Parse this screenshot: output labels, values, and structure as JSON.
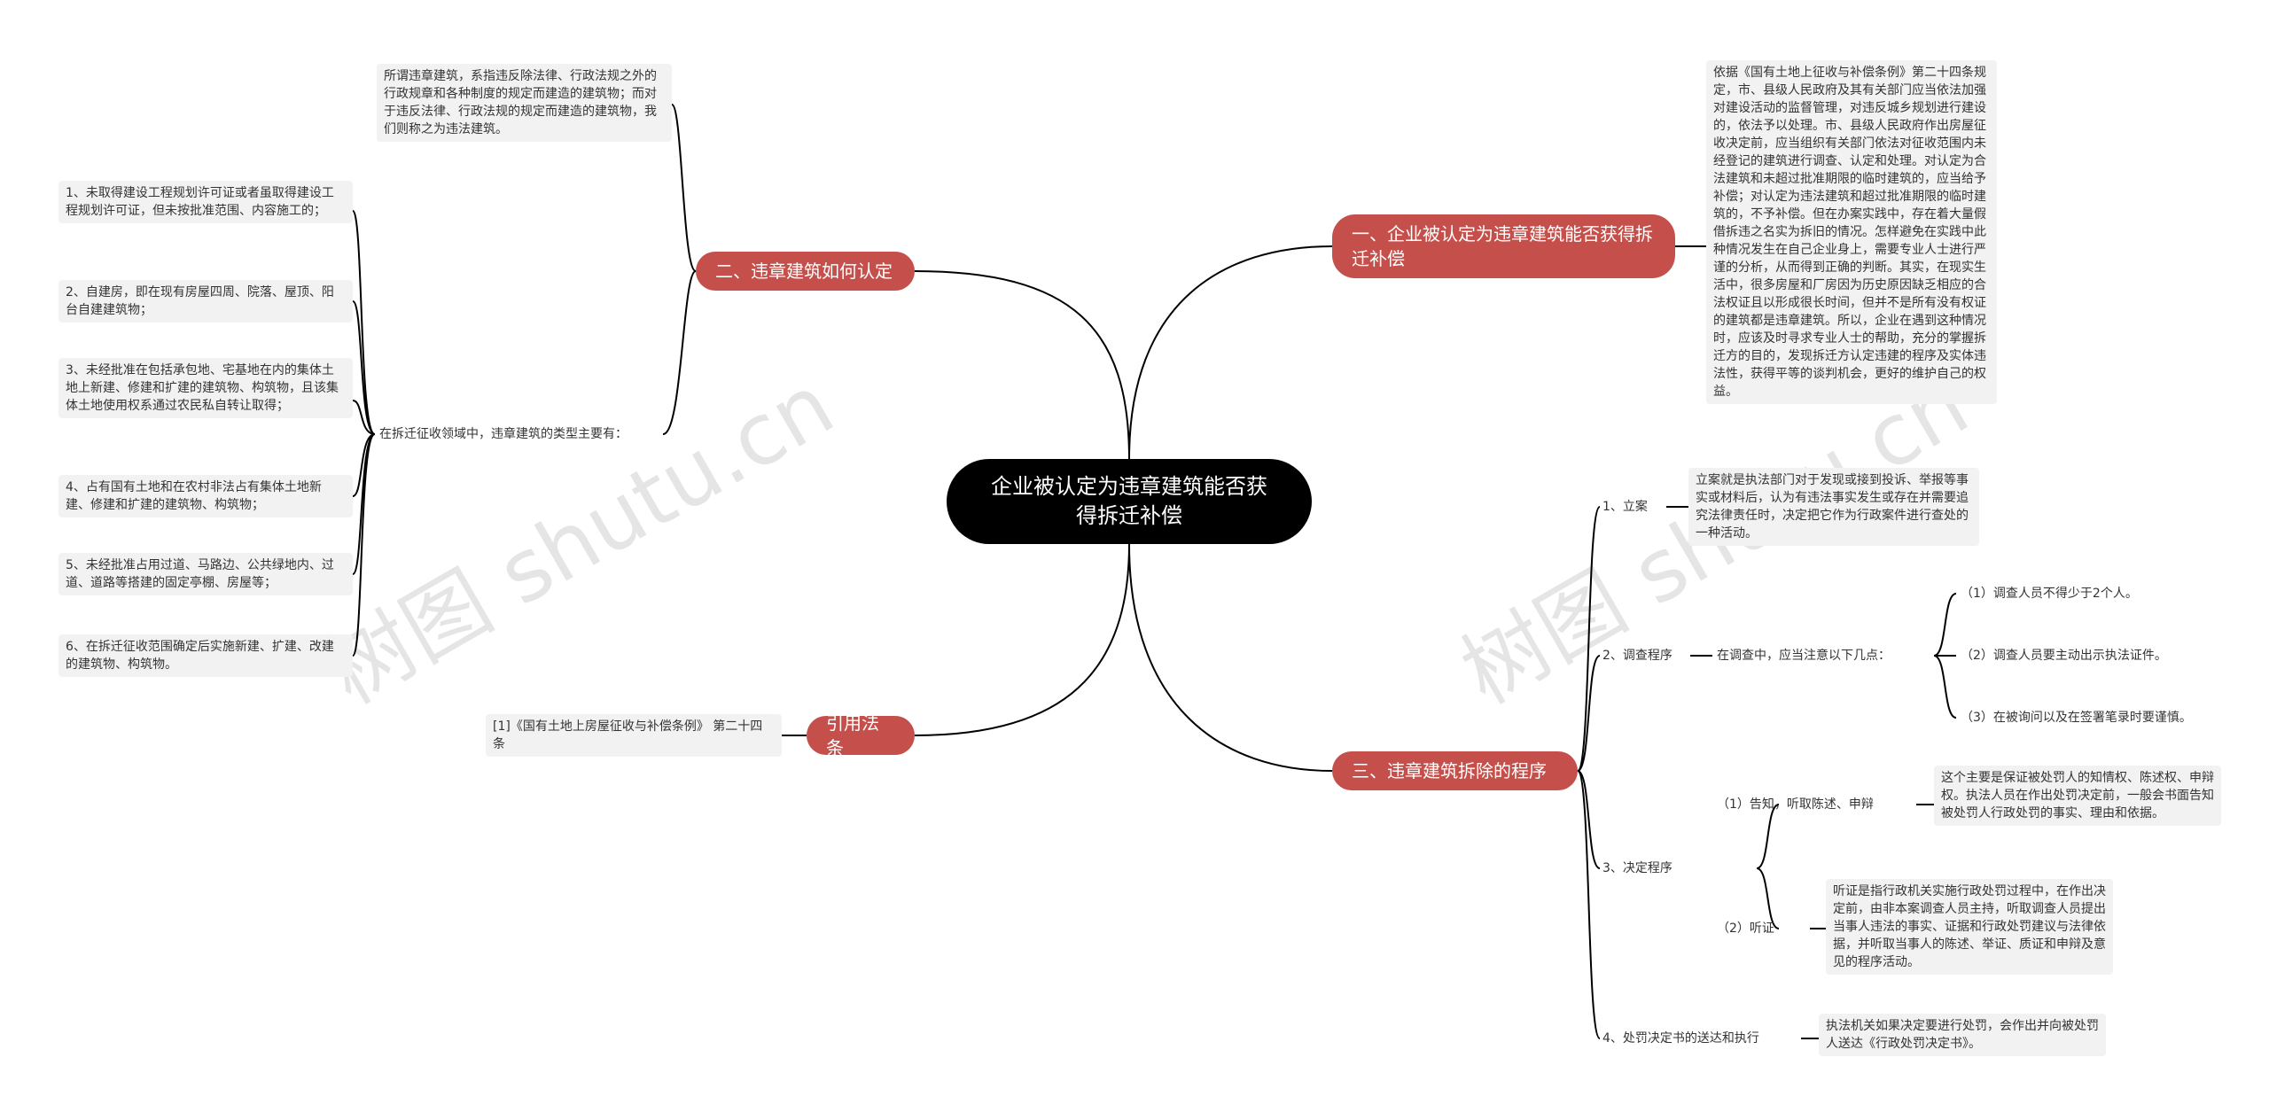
{
  "watermarks": [
    "树图 shutu.cn",
    "树图 shutu.cn"
  ],
  "root": {
    "label": "企业被认定为违章建筑能否获得拆迁补偿"
  },
  "branches": {
    "b1": {
      "label": "一、企业被认定为违章建筑能否获得拆迁补偿"
    },
    "b2": {
      "label": "二、违章建筑如何认定"
    },
    "b3": {
      "label": "三、违章建筑拆除的程序"
    },
    "b4": {
      "label": "引用法条"
    }
  },
  "b1_note": "依据《国有土地上征收与补偿条例》第二十四条规定，市、县级人民政府及其有关部门应当依法加强对建设活动的监督管理，对违反城乡规划进行建设的，依法予以处理。市、县级人民政府作出房屋征收决定前，应当组织有关部门依法对征收范围内未经登记的建筑进行调查、认定和处理。对认定为合法建筑和未超过批准期限的临时建筑的，应当给予补偿；对认定为违法建筑和超过批准期限的临时建筑的，不予补偿。但在办案实践中，存在着大量假借拆违之名实为拆旧的情况。怎样避免在实践中此种情况发生在自己企业身上，需要专业人士进行严谨的分析，从而得到正确的判断。其实，在现实生活中，很多房屋和厂房因为历史原因缺乏相应的合法权证且以形成很长时间，但并不是所有没有权证的建筑都是违章建筑。所以，企业在遇到这种情况时，应该及时寻求专业人士的帮助，充分的掌握拆迁方的目的，发现拆迁方认定违建的程序及实体违法性，获得平等的谈判机会，更好的维护自己的权益。",
  "b2": {
    "definition": "所谓违章建筑，系指违反除法律、行政法规之外的行政规章和各种制度的规定而建造的建筑物；而对于违反法律、行政法规的规定而建造的建筑物，我们则称之为违法建筑。",
    "types_label": "在拆迁征收领域中，违章建筑的类型主要有：",
    "types": [
      "1、未取得建设工程规划许可证或者虽取得建设工程规划许可证，但未按批准范围、内容施工的；",
      "2、自建房，即在现有房屋四周、院落、屋顶、阳台自建建筑物；",
      "3、未经批准在包括承包地、宅基地在内的集体土地上新建、修建和扩建的建筑物、构筑物，且该集体土地使用权系通过农民私自转让取得；",
      "4、占有国有土地和在农村非法占有集体土地新建、修建和扩建的建筑物、构筑物；",
      "5、未经批准占用过道、马路边、公共绿地内、过道、道路等搭建的固定亭棚、房屋等；",
      "6、在拆迁征收范围确定后实施新建、扩建、改建的建筑物、构筑物。"
    ]
  },
  "b3": {
    "s1": {
      "label": "1、立案",
      "note": "立案就是执法部门对于发现或接到投诉、举报等事实或材料后，认为有违法事实发生或存在并需要追究法律责任时，决定把它作为行政案件进行查处的一种活动。"
    },
    "s2": {
      "label": "2、调查程序",
      "sub": "在调查中，应当注意以下几点：",
      "points": [
        "（1）调查人员不得少于2个人。",
        "（2）调查人员要主动出示执法证件。",
        "（3）在被询问以及在签署笔录时要谨慎。"
      ]
    },
    "s3": {
      "label": "3、决定程序",
      "notify": {
        "label": "（1）告知，听取陈述、申辩",
        "note": "这个主要是保证被处罚人的知情权、陈述权、申辩权。执法人员在作出处罚决定前，一般会书面告知被处罚人行政处罚的事实、理由和依据。"
      },
      "hearing": {
        "label": "（2）听证",
        "note": "听证是指行政机关实施行政处罚过程中，在作出决定前，由非本案调查人员主持，听取调查人员提出当事人违法的事实、证据和行政处罚建议与法律依据，并听取当事人的陈述、举证、质证和申辩及意见的程序活动。"
      }
    },
    "s4": {
      "label": "4、处罚决定书的送达和执行",
      "note": "执法机关如果决定要进行处罚，会作出并向被处罚人送达《行政处罚决定书》。"
    }
  },
  "b4_note": "[1]《国有土地上房屋征收与补偿条例》 第二十四条",
  "colors": {
    "branch": "#c5504b",
    "root": "#000000",
    "line": "#000000",
    "note_bg": "#f2f2f2"
  }
}
